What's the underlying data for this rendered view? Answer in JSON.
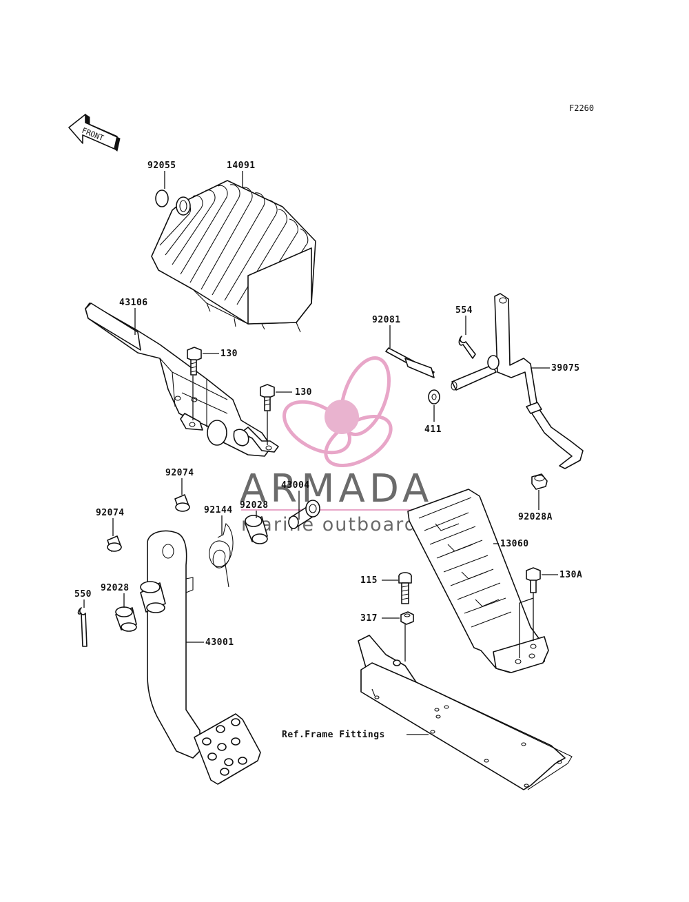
{
  "figure_code": "F2260",
  "front_arrow_label": "FRONT",
  "callouts": {
    "c92055": "92055",
    "c14091": "14091",
    "c43106": "43106",
    "c130a": "130",
    "c130b": "130",
    "c92081": "92081",
    "c554": "554",
    "c39075": "39075",
    "c411": "411",
    "c92074a": "92074",
    "c92074b": "92074",
    "c43004": "43004",
    "c92144": "92144",
    "c92028a": "92028",
    "c92028A": "92028A",
    "c13060": "13060",
    "c550": "550",
    "c92028b": "92028",
    "c115": "115",
    "c130A": "130A",
    "c317": "317",
    "c43001": "43001",
    "ref_frame": "Ref.Frame Fittings"
  },
  "watermark": {
    "brand": "ARMADA",
    "tagline": "marine outboards",
    "logo_color": "#e8a6c8",
    "logo_center_color": "#e9b3cf"
  }
}
